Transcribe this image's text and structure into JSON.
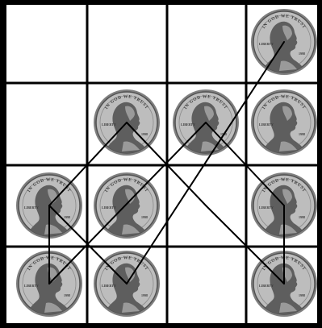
{
  "puzzle": {
    "grid": {
      "rows": 4,
      "cols": 4
    },
    "coins": [
      {
        "row": 0,
        "col": 3
      },
      {
        "row": 1,
        "col": 1
      },
      {
        "row": 1,
        "col": 2
      },
      {
        "row": 1,
        "col": 3
      },
      {
        "row": 2,
        "col": 0
      },
      {
        "row": 2,
        "col": 1
      },
      {
        "row": 2,
        "col": 3
      },
      {
        "row": 3,
        "col": 0
      },
      {
        "row": 3,
        "col": 1
      },
      {
        "row": 3,
        "col": 3
      }
    ],
    "path": [
      [
        3,
        0
      ],
      [
        2,
        0
      ],
      [
        3,
        1
      ],
      [
        1,
        3
      ],
      [
        0,
        3
      ],
      [
        3,
        0
      ],
      [
        2,
        0
      ],
      [
        1,
        1
      ],
      [
        2,
        2
      ],
      [
        3,
        3
      ],
      [
        2,
        3
      ],
      [
        1,
        2
      ],
      [
        3,
        0
      ]
    ],
    "path_segments": [
      [
        [
          3,
          0
        ],
        [
          2,
          0
        ]
      ],
      [
        [
          2,
          0
        ],
        [
          3,
          1
        ]
      ],
      [
        [
          3,
          1
        ],
        [
          0,
          3
        ]
      ],
      [
        [
          2,
          0
        ],
        [
          1,
          1
        ]
      ],
      [
        [
          1,
          1
        ],
        [
          2,
          2
        ]
      ],
      [
        [
          2,
          2
        ],
        [
          3,
          3
        ]
      ],
      [
        [
          3,
          3
        ],
        [
          2,
          3
        ]
      ],
      [
        [
          2,
          3
        ],
        [
          1,
          2
        ]
      ],
      [
        [
          1,
          2
        ],
        [
          3,
          0
        ]
      ]
    ],
    "coin_inscription": {
      "top": "IN GOD WE TRUST",
      "left": "LIBERTY",
      "year": "1998"
    }
  }
}
